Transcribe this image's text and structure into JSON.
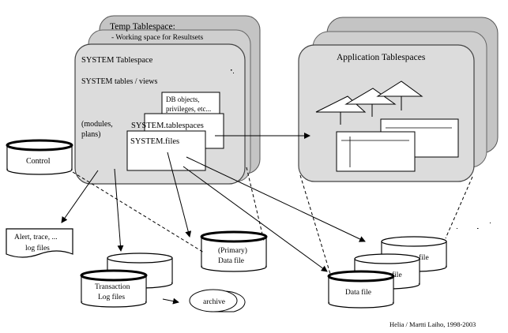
{
  "temp_tablespace": {
    "title": "Temp Tablespace:",
    "subtitle": "- Working space for Resultsets"
  },
  "system_tablespace": {
    "title": "SYSTEM Tablespace",
    "tables_views": "SYSTEM  tables / views",
    "modules_line1": "(modules,",
    "modules_line2": "plans)"
  },
  "db_objects_box": {
    "line1": "DB objects,",
    "line2": "privileges, etc..."
  },
  "system_tablespaces_box": {
    "label": "SYSTEM.tablespaces"
  },
  "system_files_box": {
    "label": "SYSTEM.files"
  },
  "application_tablespaces": {
    "title": "Application Tablespaces"
  },
  "control": {
    "label": "Control"
  },
  "alert_log": {
    "line1": "Alert, trace, ...",
    "line2": "log files"
  },
  "primary_data_file": {
    "line1": "(Primary)",
    "line2": "Data file"
  },
  "transaction_log": {
    "line1": "Transaction",
    "line2": "Log files"
  },
  "archive": {
    "label": "archive"
  },
  "data_files": {
    "back_label": "file",
    "mid_label": "file",
    "front_label": "Data file"
  },
  "credit": {
    "text": "Helia / Martti Laiho, 1998-2003"
  },
  "colors": {
    "panel_gray": "#dcdcdc",
    "panel_mid": "#cfcfcf",
    "panel_back": "#c4c4c4",
    "white": "#ffffff",
    "ink": "#000000"
  }
}
